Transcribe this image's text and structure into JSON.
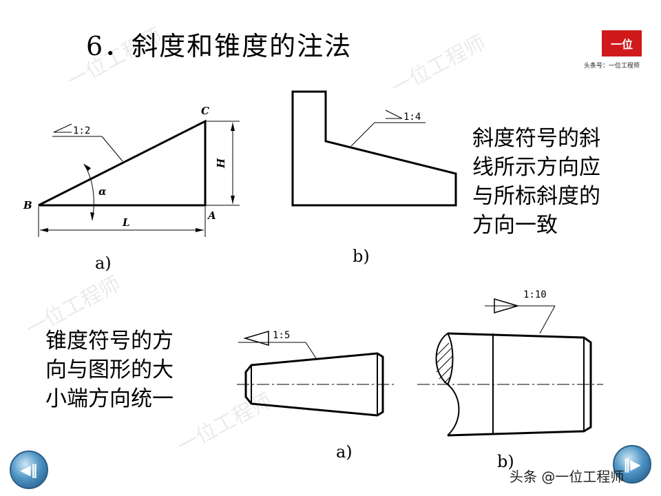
{
  "slide": {
    "title": "6．斜度和锥度的注法",
    "logo": {
      "text": "一位",
      "subtitle": "头条号：一位工程师",
      "color": "#d0191b"
    },
    "figure_a": {
      "ratio": "1:2",
      "points": {
        "B": "B",
        "C": "C",
        "A": "A"
      },
      "angle": "α",
      "height": "H",
      "length": "L",
      "caption": "a)"
    },
    "figure_b": {
      "ratio": "1:4",
      "caption": "b)"
    },
    "slope_note": [
      "斜度符号的斜",
      "线所示方向应",
      "与所标斜度的",
      "方向一致"
    ],
    "taper_note": [
      "锥度符号的方",
      "向与图形的大",
      "小端方向统一"
    ],
    "figure_c": {
      "ratio": "1:5",
      "caption": "a)"
    },
    "figure_d": {
      "ratio": "1:10",
      "caption": "b)"
    },
    "nav": {
      "prev_icon": "prev-page-icon",
      "next_icon": "next-page-icon"
    },
    "footer_watermark": "头条 @一位工程师",
    "watermark_text": "一位工程师"
  }
}
